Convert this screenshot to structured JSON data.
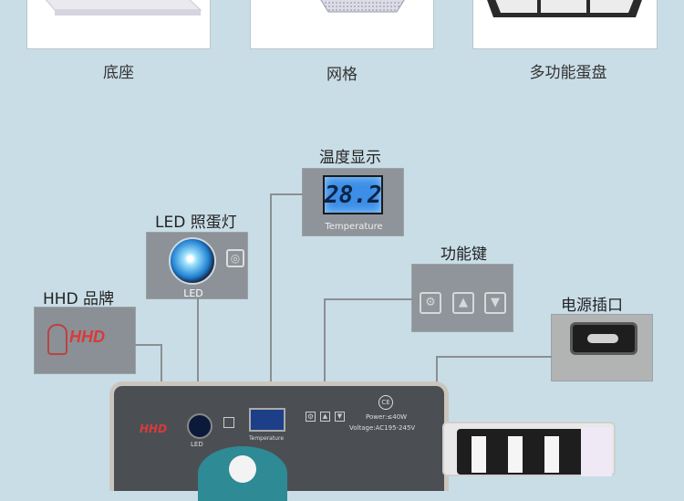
{
  "top_gallery": {
    "items": [
      {
        "caption": "底座"
      },
      {
        "caption": "网格"
      },
      {
        "caption": "多功能蛋盘"
      }
    ]
  },
  "callouts": {
    "temperature": {
      "label": "温度显示",
      "reading": "28.2",
      "sub": "Temperature"
    },
    "led": {
      "label": "LED 照蛋灯",
      "sub": "LED"
    },
    "keys": {
      "label": "功能键"
    },
    "brand": {
      "label": "HHD 品牌",
      "logo": "HHD"
    },
    "power": {
      "label": "电源插口"
    }
  },
  "device_panel": {
    "logo": "HHD",
    "led_label": "LED",
    "temp_label": "Temperature",
    "ce_mark": "CE",
    "power": "Power:≤40W",
    "voltage": "Voltage:AC195-245V"
  },
  "colors": {
    "background": "#c9dde6",
    "lcd": "#2e7fd6",
    "panel": "#4b4f54",
    "brand_red": "#d93a3a"
  }
}
